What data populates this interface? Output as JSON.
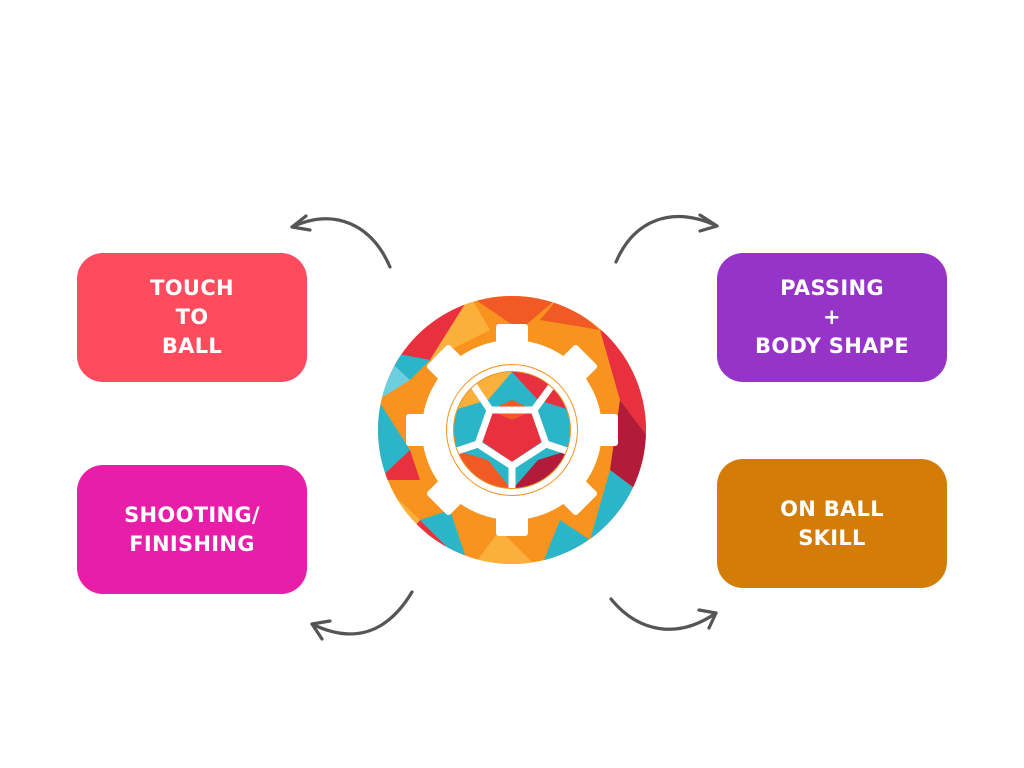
{
  "colors": {
    "background": "#ffffff",
    "arrow": "#555555",
    "card_text": "#ffffff"
  },
  "cards": {
    "touch_to_ball": {
      "lines": [
        "TOUCH",
        "TO",
        "BALL"
      ],
      "color": "#ff4b5e"
    },
    "shooting_finishing": {
      "lines": [
        "SHOOTING/",
        "FINISHING"
      ],
      "color": "#e91ea8"
    },
    "passing_body_shape": {
      "lines": [
        "PASSING",
        "+",
        "BODY SHAPE"
      ],
      "color": "#9634c8"
    },
    "on_ball_skill": {
      "lines": [
        "ON BALL",
        "SKILL"
      ],
      "color": "#d37c08"
    }
  },
  "center_logo": {
    "icon": "gear-soccer-ball-icon",
    "palette": [
      "#f7931e",
      "#f15a24",
      "#e8303f",
      "#2bb5c9",
      "#fbb03b",
      "#b31b3b",
      "#6ccfe0"
    ]
  },
  "arrows": {
    "icon": "curved-arrow-icon",
    "count": 4
  }
}
